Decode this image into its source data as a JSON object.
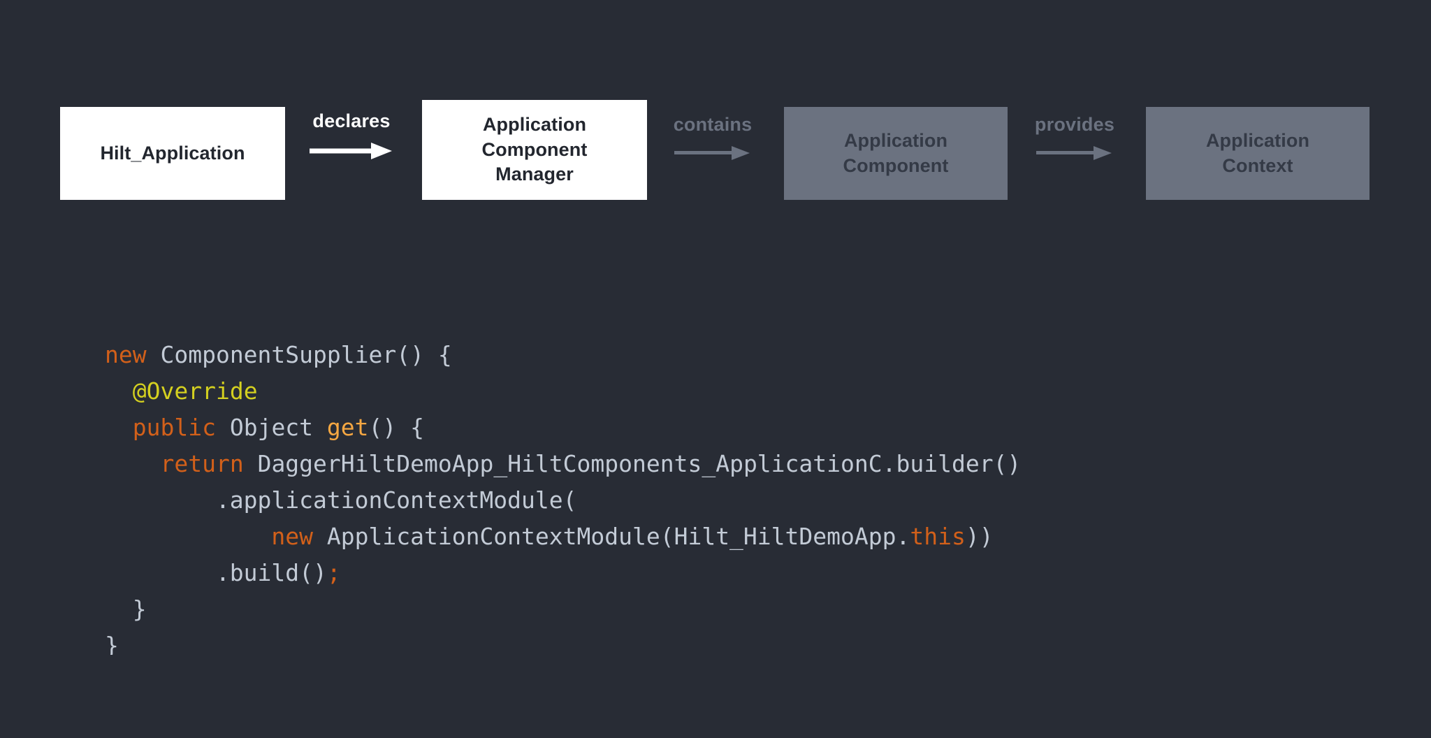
{
  "theme": {
    "background": "#282c35",
    "node_active_bg": "#ffffff",
    "node_active_text": "#22262e",
    "node_muted_bg": "#6b7280",
    "node_muted_text": "#343a46",
    "edge_active": "#ffffff",
    "edge_muted": "#6b7280",
    "code_plain": "#c3cbd6",
    "code_keyword": "#d2601a",
    "code_annotation": "#d4d020",
    "code_function": "#f5a742"
  },
  "diagram": {
    "nodes": [
      {
        "id": "hilt-application",
        "label": "Hilt_Application",
        "state": "active"
      },
      {
        "id": "application-component-manager",
        "label": "Application\nComponent\nManager",
        "state": "active"
      },
      {
        "id": "application-component",
        "label": "Application\nComponent",
        "state": "muted"
      },
      {
        "id": "application-context",
        "label": "Application\nContext",
        "state": "muted"
      }
    ],
    "edges": [
      {
        "id": "declares",
        "label": "declares",
        "state": "active"
      },
      {
        "id": "contains",
        "label": "contains",
        "state": "muted"
      },
      {
        "id": "provides",
        "label": "provides",
        "state": "muted"
      }
    ]
  },
  "code": {
    "language": "java",
    "lines": [
      [
        {
          "t": "new",
          "c": "kw"
        },
        {
          "t": " ComponentSupplier() {",
          "c": "pl"
        }
      ],
      [
        {
          "t": "  ",
          "c": "pl"
        },
        {
          "t": "@Override",
          "c": "ann"
        }
      ],
      [
        {
          "t": "  ",
          "c": "pl"
        },
        {
          "t": "public",
          "c": "kw"
        },
        {
          "t": " Object ",
          "c": "pl"
        },
        {
          "t": "get",
          "c": "fn"
        },
        {
          "t": "() {",
          "c": "pl"
        }
      ],
      [
        {
          "t": "    ",
          "c": "pl"
        },
        {
          "t": "return",
          "c": "kw"
        },
        {
          "t": " DaggerHiltDemoApp_HiltComponents_ApplicationC.builder()",
          "c": "pl"
        }
      ],
      [
        {
          "t": "        .applicationContextModule(",
          "c": "pl"
        }
      ],
      [
        {
          "t": "            ",
          "c": "pl"
        },
        {
          "t": "new",
          "c": "kw"
        },
        {
          "t": " ApplicationContextModule(Hilt_HiltDemoApp.",
          "c": "pl"
        },
        {
          "t": "this",
          "c": "kw"
        },
        {
          "t": "))",
          "c": "pl"
        }
      ],
      [
        {
          "t": "        .build()",
          "c": "pl"
        },
        {
          "t": ";",
          "c": "kw"
        }
      ],
      [
        {
          "t": "  }",
          "c": "pl"
        }
      ],
      [
        {
          "t": "}",
          "c": "pl"
        }
      ]
    ]
  }
}
